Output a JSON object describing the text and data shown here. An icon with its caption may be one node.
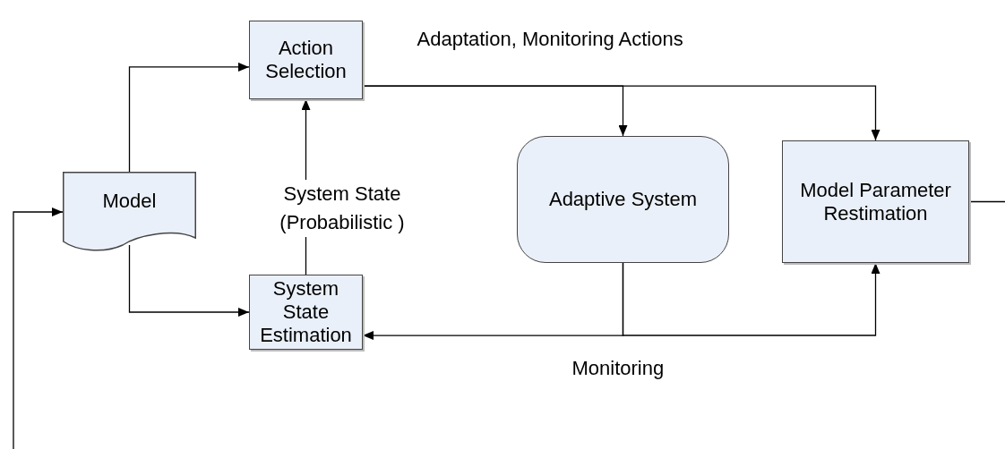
{
  "diagram": {
    "nodes": [
      {
        "text": [
          "Model"
        ]
      },
      {
        "text": [
          "Action Selection"
        ]
      },
      {
        "text": [
          "System State Estimation"
        ]
      },
      {
        "text": [
          "Adaptive System"
        ]
      },
      {
        "text": [
          "Model Parameter Restimation"
        ]
      }
    ],
    "edges": [
      {
        "from": 0,
        "to": 1,
        "arrow": "to"
      },
      {
        "from": 0,
        "to": 2,
        "arrow": "to"
      },
      {
        "from": 2,
        "to": 1,
        "arrow": "to",
        "label": "System State (Probabilistic )"
      },
      {
        "from": 1,
        "to": 3,
        "arrow": "to"
      },
      {
        "from": 1,
        "to": 4,
        "arrow": "to",
        "label": "Adaptation, Monitoring Actions"
      },
      {
        "from": 3,
        "to": 2,
        "arrow": "to",
        "label": "Monitoring"
      },
      {
        "from": 3,
        "to": 4,
        "arrow": "to"
      },
      {
        "from": 4,
        "to": 0,
        "arrow": "to"
      }
    ]
  }
}
